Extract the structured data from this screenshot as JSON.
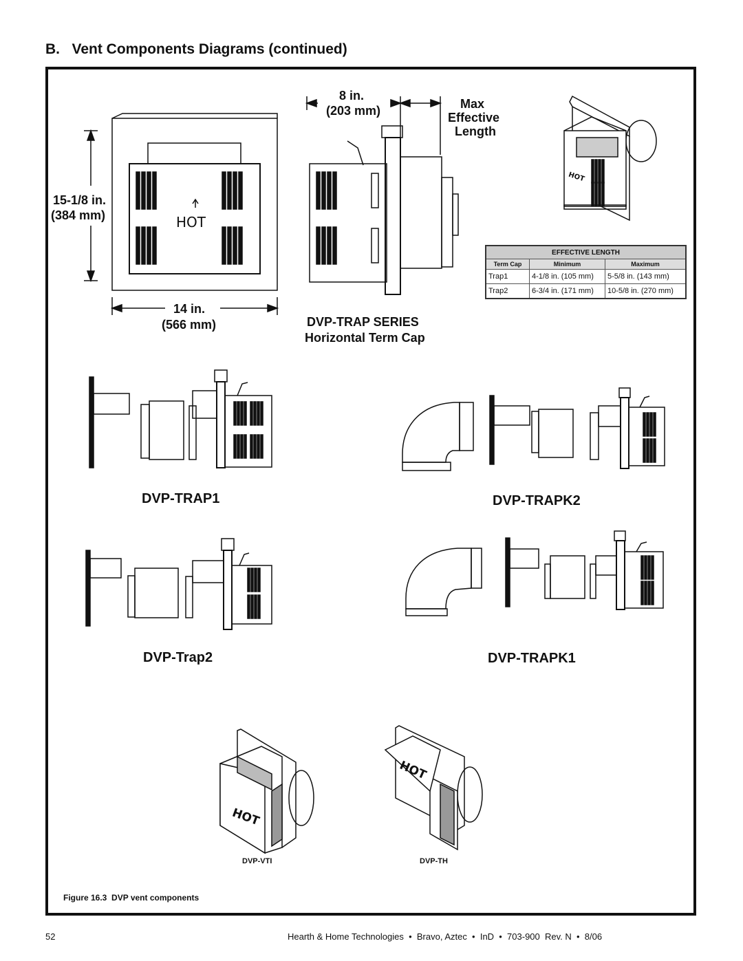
{
  "section_heading": "B.   Vent Components Diagrams (continued)",
  "dimensions": {
    "height_in": "15-1/8 in.",
    "height_mm": "(384 mm)",
    "width_in": "14 in.",
    "width_mm": "(566 mm)",
    "depth_in": "8 in.",
    "depth_mm": "(203 mm)",
    "max_line1": "Max",
    "max_line2": "Effective",
    "max_line3": "Length"
  },
  "hot_label": "HOT",
  "series_title": "DVP-TRAP SERIES",
  "series_subtitle": "Horizontal Term Cap",
  "effective_table": {
    "title": "EFFECTIVE LENGTH",
    "headers": [
      "Term Cap",
      "Minimum",
      "Maximum"
    ],
    "rows": [
      [
        "Trap1",
        "4-1/8 in. (105 mm)",
        "5-5/8 in. (143 mm)"
      ],
      [
        "Trap2",
        "6-3/4 in. (171 mm)",
        "10-5/8 in. (270 mm)"
      ]
    ]
  },
  "kits": {
    "trap1": "DVP-TRAP1",
    "trapk2": "DVP-TRAPK2",
    "trap2": "DVP-Trap2",
    "trapk1": "DVP-TRAPK1",
    "vti": "DVP-VTI",
    "th": "DVP-TH"
  },
  "figure_caption": "Figure 16.3  DVP vent components",
  "footer": {
    "page_number": "52",
    "text": "Hearth & Home Technologies  •  Bravo, Aztec  •  InD  •  703-900  Rev. N  •  8/06"
  }
}
